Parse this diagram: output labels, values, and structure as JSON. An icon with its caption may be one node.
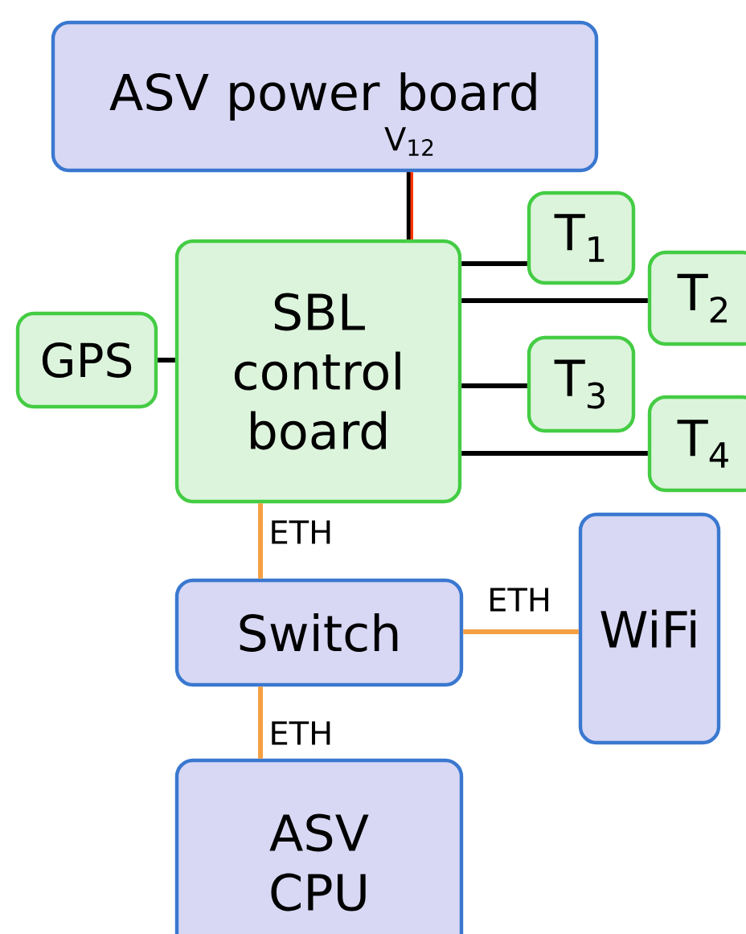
{
  "diagram": {
    "nodes": [
      {
        "text": [
          "ASV power board"
        ]
      },
      {
        "text": [
          "SBL control board"
        ]
      },
      {
        "text": [
          "GPS"
        ]
      },
      {
        "text": [
          "T$_{1}$"
        ]
      },
      {
        "text": [
          "T$_{2}$"
        ]
      },
      {
        "text": [
          "T$_{3}$"
        ]
      },
      {
        "text": [
          "T$_{4}$"
        ]
      },
      {
        "text": [
          "Switch"
        ]
      },
      {
        "text": [
          "WiFi"
        ]
      },
      {
        "text": [
          "ASV CPU"
        ]
      }
    ],
    "edges": [
      {
        "from": 0,
        "to": 1,
        "arrow": "none",
        "label": "V$_{12}$",
        "color": "#ff3300"
      },
      {
        "from": 1,
        "to": 2,
        "arrow": "none"
      },
      {
        "from": 1,
        "to": 3,
        "arrow": "none"
      },
      {
        "from": 1,
        "to": 4,
        "arrow": "none"
      },
      {
        "from": 1,
        "to": 5,
        "arrow": "none"
      },
      {
        "from": 1,
        "to": 6,
        "arrow": "none"
      },
      {
        "from": 1,
        "to": 7,
        "arrow": "none",
        "label": "ETH",
        "color": "#f5a043"
      },
      {
        "from": 7,
        "to": 8,
        "arrow": "none",
        "label": "ETH",
        "color": "#f5a043"
      },
      {
        "from": 7,
        "to": 9,
        "arrow": "none",
        "label": "ETH",
        "color": "#f5a043"
      }
    ]
  }
}
